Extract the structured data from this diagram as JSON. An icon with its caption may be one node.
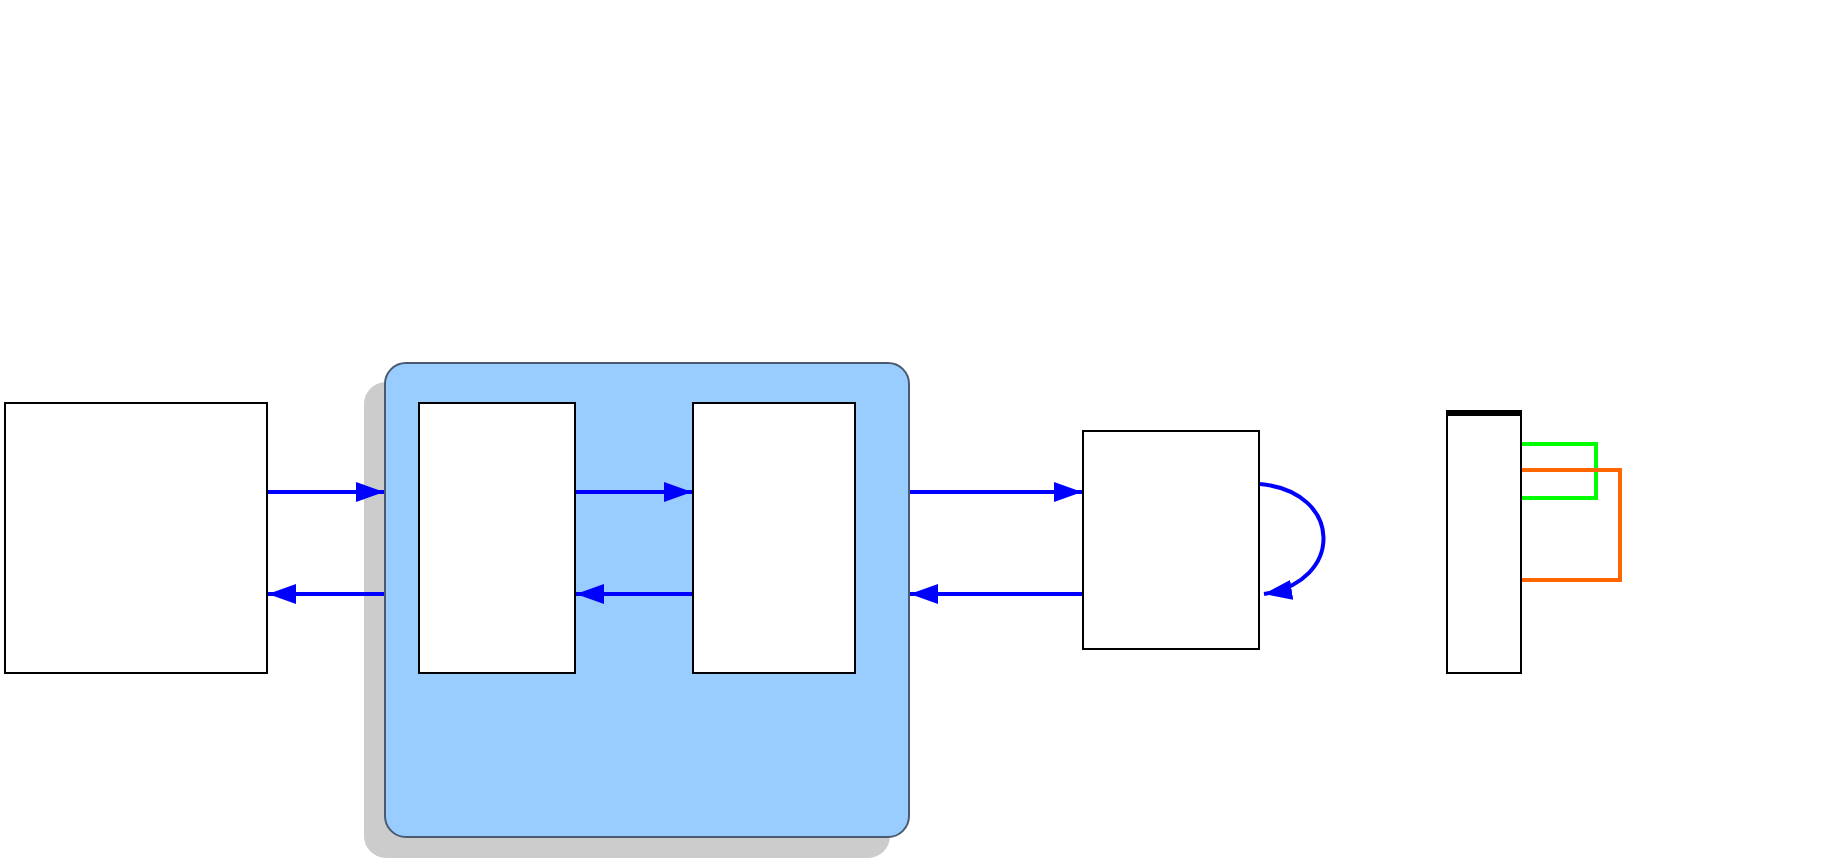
{
  "diagram": {
    "nodes": [
      {
        "text": [],
        "shape": "box"
      },
      {
        "text": [],
        "shape": "box"
      },
      {
        "text": [],
        "shape": "box",
        "in": 1
      },
      {
        "text": [],
        "shape": "box",
        "in": 1
      },
      {
        "text": [],
        "shape": "box"
      },
      {
        "text": [],
        "shape": "bar"
      }
    ],
    "edges": [
      {
        "from": 0,
        "to": 1,
        "arrow": "to"
      },
      {
        "from": 1,
        "to": 0,
        "arrow": "to"
      },
      {
        "from": 2,
        "to": 3,
        "arrow": "to"
      },
      {
        "from": 3,
        "to": 2,
        "arrow": "to"
      },
      {
        "from": 1,
        "to": 4,
        "arrow": "to"
      },
      {
        "from": 4,
        "to": 1,
        "arrow": "to"
      },
      {
        "from": 4,
        "to": 4,
        "arrow": "to"
      },
      {
        "from": 5,
        "to": 5,
        "arrow": "none",
        "color": "#00ff00"
      },
      {
        "from": 5,
        "to": 5,
        "arrow": "none",
        "color": "#ff6600"
      }
    ]
  }
}
